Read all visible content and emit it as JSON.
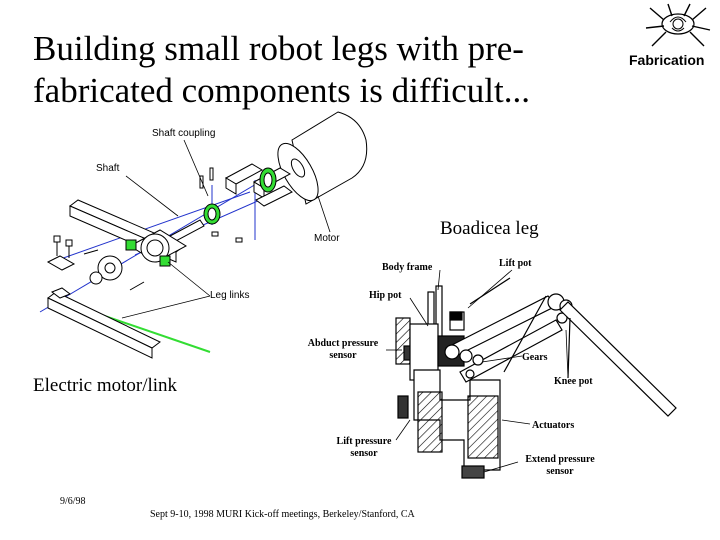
{
  "slide": {
    "title": "Building small robot legs with pre-fabricated components is difficult...",
    "section": "Fabrication",
    "logo_icon": "robot-insect-logo"
  },
  "left_diagram": {
    "caption": "Electric motor/link",
    "labels": {
      "shaft_coupling": "Shaft coupling",
      "shaft": "Shaft",
      "motor": "Motor",
      "leg_links": "Leg links"
    }
  },
  "right_diagram": {
    "caption": "Boadicea leg",
    "labels": {
      "body_frame": "Body frame",
      "lift_pot": "Lift pot",
      "hip_pot": "Hip pot",
      "abduct_pressure_sensor": "Abduct pressure sensor",
      "gears": "Gears",
      "knee_pot": "Knee pot",
      "actuators": "Actuators",
      "lift_pressure_sensor": "Lift  pressure sensor",
      "extend_pressure_sensor": "Extend pressure sensor"
    }
  },
  "footer": {
    "date": "9/6/98",
    "event": "Sept 9-10, 1998 MURI Kick-off meetings, Berkeley/Stanford, CA"
  },
  "colors": {
    "accent_green": "#33dd33",
    "axis_blue": "#2233cc"
  }
}
